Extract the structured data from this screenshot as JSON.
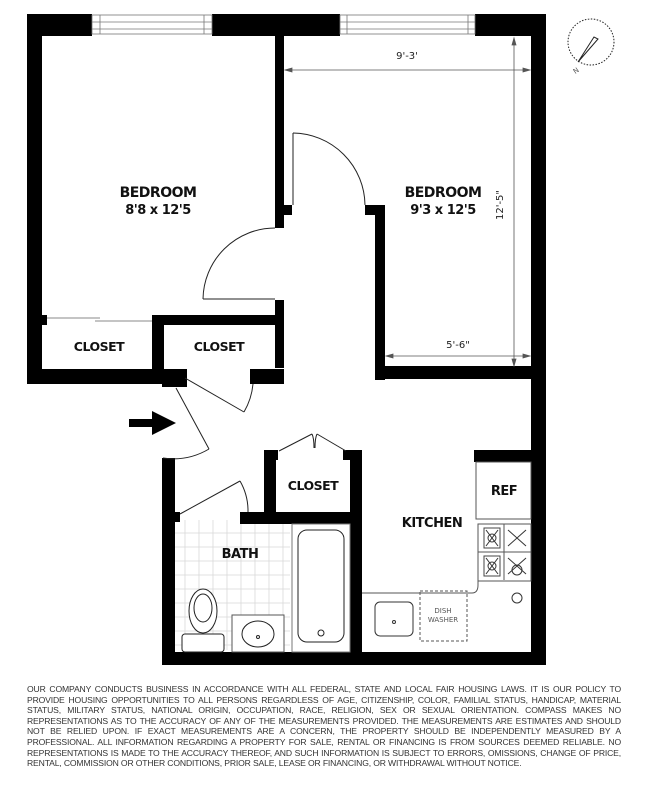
{
  "floorplan": {
    "rooms": [
      {
        "id": "bedroom-1",
        "name": "BEDROOM",
        "size": "8'8 x 12'5"
      },
      {
        "id": "bedroom-2",
        "name": "BEDROOM",
        "size": "9'3 x 12'5"
      },
      {
        "id": "closet-1",
        "name": "CLOSET"
      },
      {
        "id": "closet-2",
        "name": "CLOSET"
      },
      {
        "id": "closet-3",
        "name": "CLOSET"
      },
      {
        "id": "bath",
        "name": "BATH"
      },
      {
        "id": "kitchen",
        "name": "KITCHEN"
      }
    ],
    "fixtures": {
      "refrigerator": "REF",
      "dishwasher_line1": "DISH",
      "dishwasher_line2": "WASHER"
    },
    "dimensions": {
      "bedroom2_width": "9'-3'",
      "bedroom2_length": "12'-5\"",
      "bedroom2_lower_width": "5'-6\""
    },
    "compass": {
      "label": "N"
    }
  },
  "disclaimer": "OUR COMPANY CONDUCTS BUSINESS IN ACCORDANCE WITH ALL FEDERAL, STATE AND LOCAL FAIR HOUSING LAWS. IT IS OUR POLICY TO PROVIDE HOUSING OPPORTUNITIES TO ALL PERSONS REGARDLESS OF AGE, CITIZENSHIP, COLOR, FAMILIAL STATUS, HANDICAP, MATERIAL STATUS, MILITARY STATUS, NATIONAL ORIGIN, OCCUPATION, RACE, RELIGION, SEX OR SEXUAL ORIENTATION. COMPASS MAKES NO REPRESENTATIONS AS TO THE ACCURACY OF ANY OF THE MEASUREMENTS PROVIDED. THE MEASUREMENTS ARE ESTIMATES AND SHOULD NOT BE RELIED UPON. IF EXACT MEASUREMENTS ARE A CONCERN, THE PROPERTY SHOULD BE INDEPENDENTLY MEASURED BY A PROFESSIONAL. ALL INFORMATION REGARDING A PROPERTY FOR SALE, RENTAL OR FINANCING IS FROM SOURCES DEEMED RELIABLE. NO REPRESENTATIONS IS MADE TO THE ACCURACY THEREOF, AND SUCH INFORMATION IS SUBJECT TO ERRORS, OMISSIONS, CHANGE OF PRICE, RENTAL, COMMISSION OR OTHER CONDITIONS, PRIOR SALE, LEASE OR FINANCING, OR WITHDRAWAL WITHOUT NOTICE."
}
